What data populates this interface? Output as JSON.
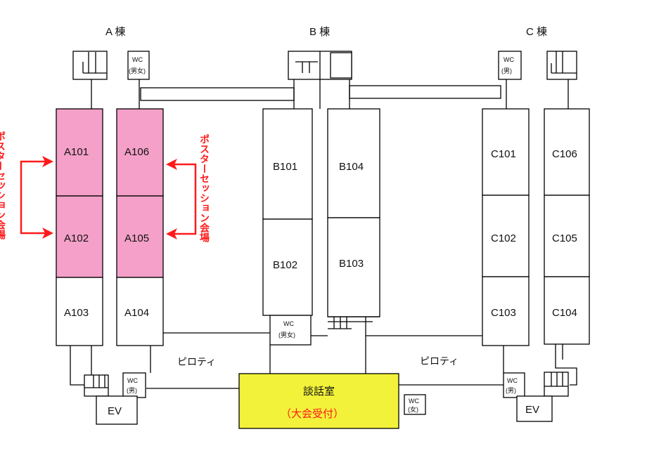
{
  "wings": {
    "a": "A 棟",
    "b": "B 棟",
    "c": "C 棟"
  },
  "rooms": {
    "a101": "A101",
    "a102": "A102",
    "a103": "A103",
    "a104": "A104",
    "a105": "A105",
    "a106": "A106",
    "b101": "B101",
    "b102": "B102",
    "b103": "B103",
    "b104": "B104",
    "c101": "C101",
    "c102": "C102",
    "c103": "C103",
    "c104": "C104",
    "c105": "C105",
    "c106": "C106"
  },
  "wc": {
    "both": "WC",
    "both_sub": "(男女)",
    "male_sub": "(男)",
    "female_sub": "(女)"
  },
  "poster_label": "ポスターセッション会場",
  "piloti": "ピロティ",
  "lounge": {
    "name": "談話室",
    "sub": "（大会受付）"
  },
  "elevator": "EV",
  "colors": {
    "poster_room": "#f4a0c8",
    "lounge": "#f2f23a",
    "annotation": "#ff1a1a"
  }
}
